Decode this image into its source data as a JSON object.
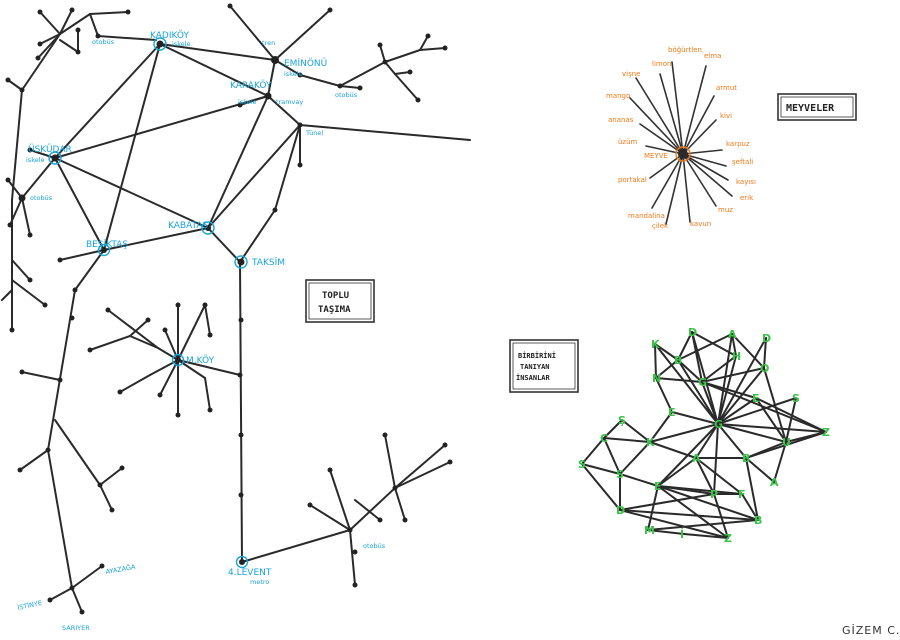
{
  "transport": {
    "title_line1": "TOPLU",
    "title_line2": "TAŞIMA",
    "stations": {
      "kadikoy": "KADIKÖY",
      "kadikoy_sub": "iskele",
      "eminonu": "EMİNÖNÜ",
      "eminonu_sub": "iskele",
      "karakoy": "KARAKÖY",
      "karakoy_sub": "iskele",
      "uskudar": "ÜSKÜDAR",
      "uskudar_sub": "iskele",
      "besiktas": "BEŞİKTAŞ",
      "kabatas": "KABATAŞ",
      "taksim": "TAKSİM",
      "mkoy": "M.KÖY",
      "levent": "4.LEVENT",
      "levent_sub": "metro",
      "istinye": "İSTİNYE",
      "sariyer": "SARIYER",
      "ayazaga": "AYAZAĞA"
    },
    "labels": {
      "otobus1": "otobüs",
      "otobus2": "otobüs",
      "otobus3": "otobüs",
      "otobus4": "otobüs",
      "tren": "tren",
      "tramvay": "tramvay",
      "tunel": "Tünel"
    }
  },
  "fruits": {
    "title": "MEYVELER",
    "center": "MEYVE",
    "items": [
      "böğürtlen",
      "elma",
      "limon",
      "vişne",
      "armut",
      "mango",
      "kivi",
      "ananas",
      "karpuz",
      "üzüm",
      "şeftali",
      "portakal",
      "kayısı",
      "erik",
      "mandalina",
      "muz",
      "çilek",
      "kavun"
    ]
  },
  "people": {
    "title_line1": "BİRBİRİNİ",
    "title_line2": "TANIYAN",
    "title_line3": "İNSANLAR",
    "nodes": [
      "K",
      "D",
      "A",
      "D",
      "B",
      "H",
      "N",
      "O",
      "G",
      "E",
      "S",
      "Ş",
      "E",
      "G",
      "Z",
      "C",
      "K",
      "U",
      "A",
      "S",
      "S",
      "B",
      "A",
      "E",
      "F",
      "P",
      "B",
      "D",
      "M",
      "İ",
      "Z"
    ]
  },
  "signature": "GİZEM C."
}
